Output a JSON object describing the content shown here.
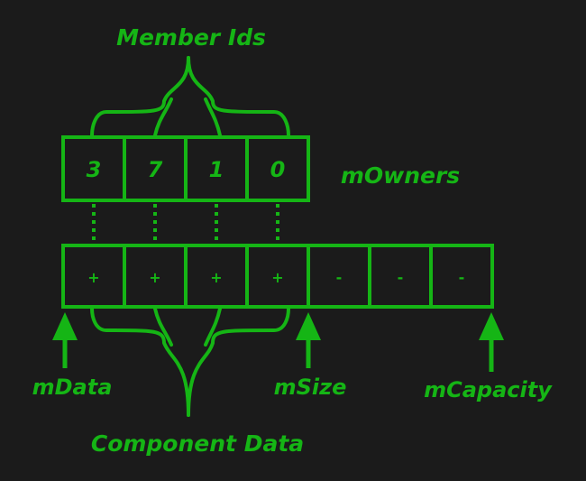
{
  "labels": {
    "member_ids": "Member Ids",
    "owners": "mOwners",
    "data_ptr": "mData",
    "size_ptr": "mSize",
    "capacity_ptr": "mCapacity",
    "component_data": "Component Data"
  },
  "owners_cells": [
    "3",
    "7",
    "1",
    "0"
  ],
  "data_cells": [
    "+",
    "+",
    "+",
    "+",
    "-",
    "-",
    "-"
  ],
  "colors": {
    "accent": "#15b515",
    "background": "#1b1b1b"
  }
}
